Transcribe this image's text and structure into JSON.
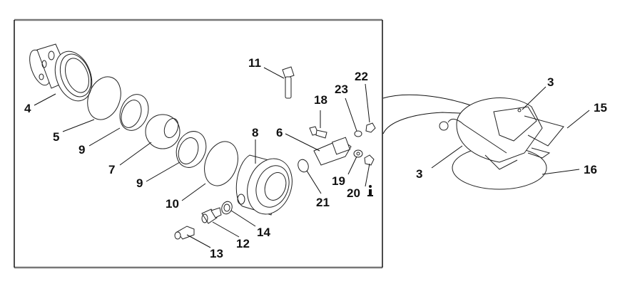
{
  "diagram": {
    "type": "exploded parts diagram",
    "callouts": [
      {
        "id": "c4",
        "label": "4"
      },
      {
        "id": "c5",
        "label": "5"
      },
      {
        "id": "c9a",
        "label": "9"
      },
      {
        "id": "c7",
        "label": "7"
      },
      {
        "id": "c9b",
        "label": "9"
      },
      {
        "id": "c10",
        "label": "10"
      },
      {
        "id": "c11",
        "label": "11"
      },
      {
        "id": "c8",
        "label": "8"
      },
      {
        "id": "c6",
        "label": "6"
      },
      {
        "id": "c18",
        "label": "18"
      },
      {
        "id": "c23",
        "label": "23"
      },
      {
        "id": "c22",
        "label": "22"
      },
      {
        "id": "c19",
        "label": "19"
      },
      {
        "id": "c20",
        "label": "20"
      },
      {
        "id": "c21",
        "label": "21"
      },
      {
        "id": "c14",
        "label": "14"
      },
      {
        "id": "c12",
        "label": "12"
      },
      {
        "id": "c13",
        "label": "13"
      },
      {
        "id": "c3a",
        "label": "3"
      },
      {
        "id": "c3b",
        "label": "3"
      },
      {
        "id": "c15",
        "label": "15"
      },
      {
        "id": "c16",
        "label": "16"
      }
    ],
    "info_icon": "info-icon"
  }
}
